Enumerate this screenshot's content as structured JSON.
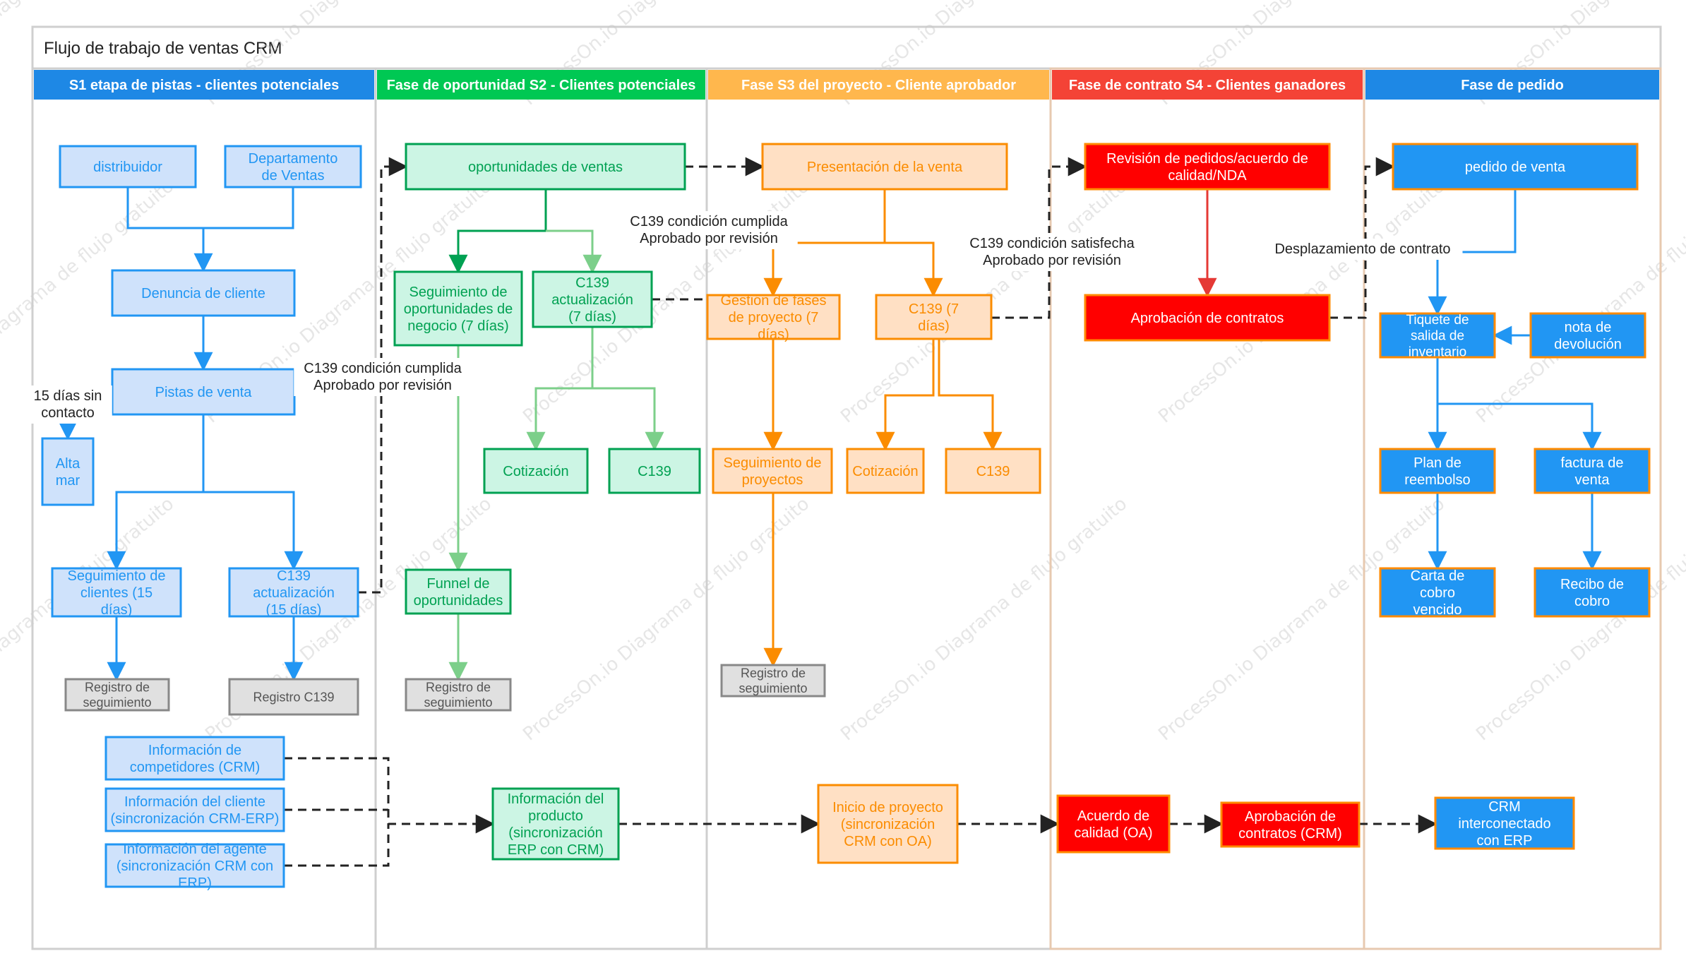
{
  "title": "Flujo de trabajo de ventas CRM",
  "watermark": "ProcessOn.io Diagrama de flujo gratuito",
  "colors": {
    "blue_lane": "#1e88e5",
    "green_lane": "#00c853",
    "orange_lane": "#ffb74d",
    "red_lane": "#f44336",
    "blue_fill": "#cfe2fb",
    "blue_stroke": "#2196f3",
    "blue_text": "#2196f3",
    "green_fill": "#ccf5e4",
    "green_stroke": "#00a152",
    "green_text": "#00a152",
    "orange_fill": "#ffe0c4",
    "orange_stroke": "#fb8c00",
    "orange_text": "#fb8c00",
    "red_fill": "#ff0000",
    "red_stroke": "#ff8a00",
    "solid_blue_fill": "#2196f3",
    "solid_blue_stroke": "#ff8a00",
    "gray_fill": "#e0e0e0",
    "gray_stroke": "#888888",
    "gray_text": "#555555"
  },
  "lanes": [
    {
      "id": "s1",
      "label": "S1 etapa de pistas - clientes potenciales",
      "color": "#1e88e5"
    },
    {
      "id": "s2",
      "label": "Fase de oportunidad S2 - Clientes potenciales",
      "color": "#00c853"
    },
    {
      "id": "s3",
      "label": "Fase S3 del proyecto - Cliente aprobador",
      "color": "#ffb74d"
    },
    {
      "id": "s4",
      "label": "Fase de contrato S4 - Clientes ganadores",
      "color": "#f44336"
    },
    {
      "id": "s5",
      "label": "Fase de pedido",
      "color": "#1e88e5"
    }
  ],
  "nodes": {
    "distribuidor": "distribuidor",
    "depto_ventas": "Departamento de Ventas",
    "denuncia": "Denuncia de cliente",
    "pistas": "Pistas de venta",
    "alta_mar": "Alta mar",
    "seg_clientes": "Seguimiento de clientes (15 días)",
    "c139_act_15": "C139 actualización (15 días)",
    "reg_seg_1": "Registro de seguimiento",
    "reg_c139": "Registro C139",
    "info_comp": "Información de competidores (CRM)",
    "info_cli": "Información del cliente (sincronización CRM-ERP)",
    "info_agente": "Información del agente (sincronización CRM con ERP)",
    "oport_ventas": "oportunidades de ventas",
    "seg_oport": "Seguimiento de oportunidades de negocio (7 días)",
    "c139_act_7": "C139 actualización (7 días)",
    "cotizacion_2": "Cotización",
    "c139_2": "C139",
    "funnel": "Funnel de oportunidades",
    "reg_seg_2": "Registro de seguimiento",
    "info_producto": "Información del producto (sincronización ERP con CRM)",
    "presentacion": "Presentación de la venta",
    "gestion_fases": "Gestión de fases de proyecto (7 días)",
    "c139_7_s3": "C139 (7 días)",
    "seg_proyectos": "Seguimiento de proyectos",
    "cotizacion_3": "Cotización",
    "c139_3": "C139",
    "reg_seg_3": "Registro de seguimiento",
    "inicio_proyecto": "Inicio de proyecto (sincronización CRM con OA)",
    "revision_pedidos": "Revisión de pedidos/acuerdo de calidad/NDA",
    "aprob_contratos": "Aprobación de contratos",
    "acuerdo_calidad": "Acuerdo de calidad (OA)",
    "aprob_contratos_crm": "Aprobación de contratos (CRM)",
    "pedido_venta": "pedido de venta",
    "tiquete_salida": "Tiquete de salida de inventario",
    "nota_devolucion": "nota de devolución",
    "plan_reembolso": "Plan de reembolso",
    "factura_venta": "factura de venta",
    "carta_cobro": "Carta de cobro vencido",
    "recibo_cobro": "Recibo de cobro",
    "crm_erp": "CRM interconectado con ERP"
  },
  "labels": {
    "sin_contacto": "15 días sin contacto",
    "cond_s1": "C139 condición cumplida Aprobado por revisión",
    "cond_s2": "C139 condición cumplida Aprobado por revisión",
    "cond_s3": "C139 condición satisfecha Aprobado por revisión",
    "desplazamiento": "Desplazamiento de contrato"
  }
}
